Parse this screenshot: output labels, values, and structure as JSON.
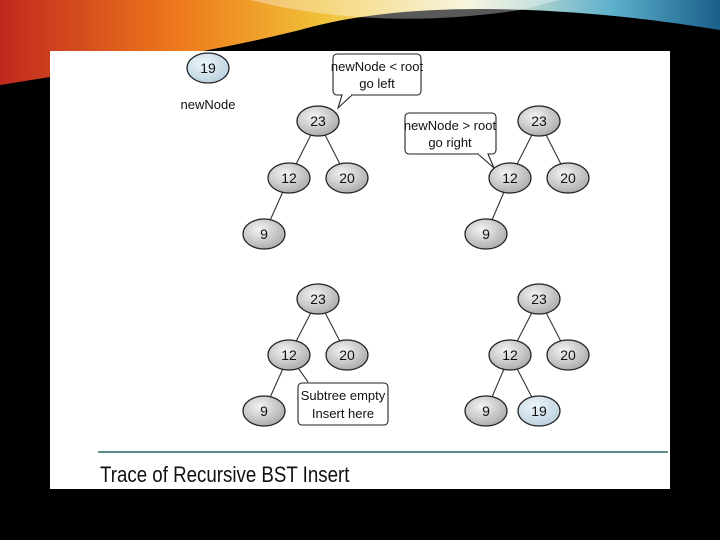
{
  "new_node": {
    "value": "19",
    "label": "newNode"
  },
  "panels": [
    {
      "id": "step1",
      "nodes": {
        "root": "23",
        "left": "12",
        "right": "20",
        "left_left": "9"
      },
      "callout": {
        "line1": "newNode < root",
        "line2": "go left"
      }
    },
    {
      "id": "step2",
      "nodes": {
        "root": "23",
        "left": "12",
        "right": "20",
        "left_left": "9"
      },
      "callout": {
        "line1": "newNode > root",
        "line2": "go right"
      }
    },
    {
      "id": "step3",
      "nodes": {
        "root": "23",
        "left": "12",
        "right": "20",
        "left_left": "9"
      },
      "callout": {
        "line1": "Subtree empty",
        "line2": "Insert here"
      }
    },
    {
      "id": "step4",
      "nodes": {
        "root": "23",
        "left": "12",
        "right": "20",
        "left_left": "9",
        "left_right": "19"
      }
    }
  ],
  "caption": "Trace of Recursive BST Insert",
  "colors": {
    "node_fill": "#d0d0d0",
    "inserted_fill": "#d6e6f0",
    "rule": "#5f8f8b"
  }
}
